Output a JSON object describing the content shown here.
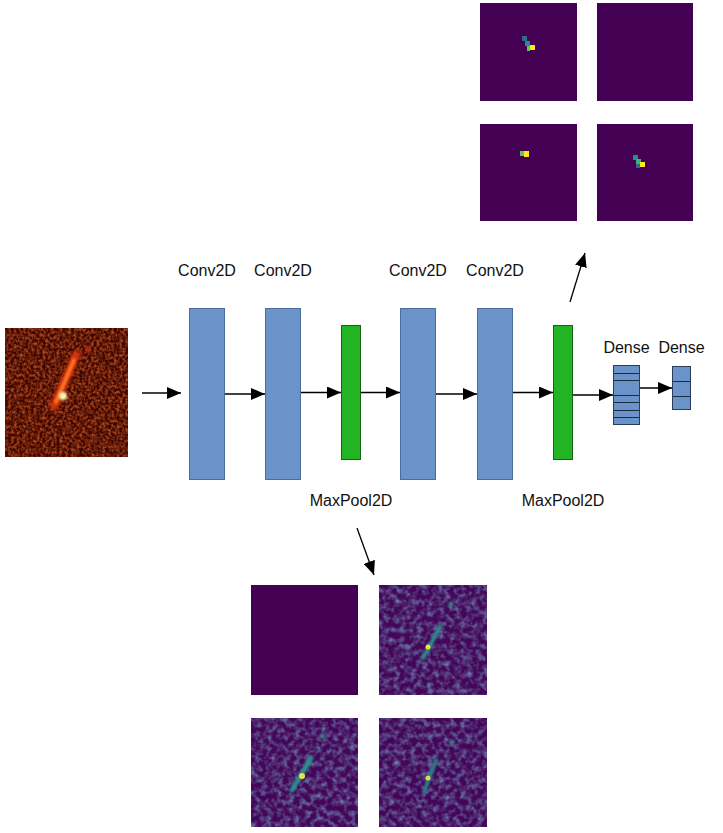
{
  "diagram": {
    "nodes": [
      {
        "text": [
          "Conv2D"
        ]
      },
      {
        "text": [
          "Conv2D"
        ]
      },
      {
        "text": [
          "MaxPool2D"
        ]
      },
      {
        "text": [
          "Conv2D"
        ]
      },
      {
        "text": [
          "Conv2D"
        ]
      },
      {
        "text": [
          "MaxPool2D"
        ]
      },
      {
        "text": [
          "Dense"
        ]
      },
      {
        "text": [
          "Dense"
        ]
      }
    ],
    "edges": [
      {
        "from": 0,
        "to": 1,
        "arrow": "to"
      },
      {
        "from": 1,
        "to": 2,
        "arrow": "to"
      },
      {
        "from": 2,
        "to": 3,
        "arrow": "to"
      },
      {
        "from": 3,
        "to": 4,
        "arrow": "to"
      },
      {
        "from": 4,
        "to": 5,
        "arrow": "to"
      },
      {
        "from": 5,
        "to": 6,
        "arrow": "to"
      },
      {
        "from": 6,
        "to": 7,
        "arrow": "to"
      }
    ]
  }
}
